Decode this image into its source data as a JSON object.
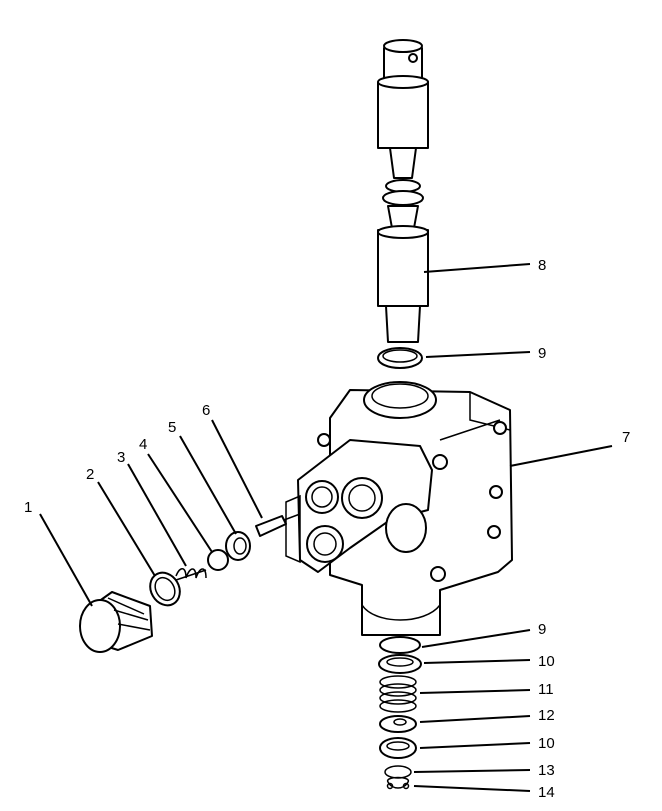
{
  "diagram": {
    "callouts": [
      {
        "id": "c1",
        "label": "1"
      },
      {
        "id": "c2",
        "label": "2"
      },
      {
        "id": "c3",
        "label": "3"
      },
      {
        "id": "c4",
        "label": "4"
      },
      {
        "id": "c5",
        "label": "5"
      },
      {
        "id": "c6",
        "label": "6"
      },
      {
        "id": "c7",
        "label": "7"
      },
      {
        "id": "c8",
        "label": "8"
      },
      {
        "id": "c9a",
        "label": "9"
      },
      {
        "id": "c9b",
        "label": "9"
      },
      {
        "id": "c10a",
        "label": "10"
      },
      {
        "id": "c11",
        "label": "11"
      },
      {
        "id": "c12",
        "label": "12"
      },
      {
        "id": "c10b",
        "label": "10"
      },
      {
        "id": "c13",
        "label": "13"
      },
      {
        "id": "c14",
        "label": "14"
      }
    ]
  }
}
